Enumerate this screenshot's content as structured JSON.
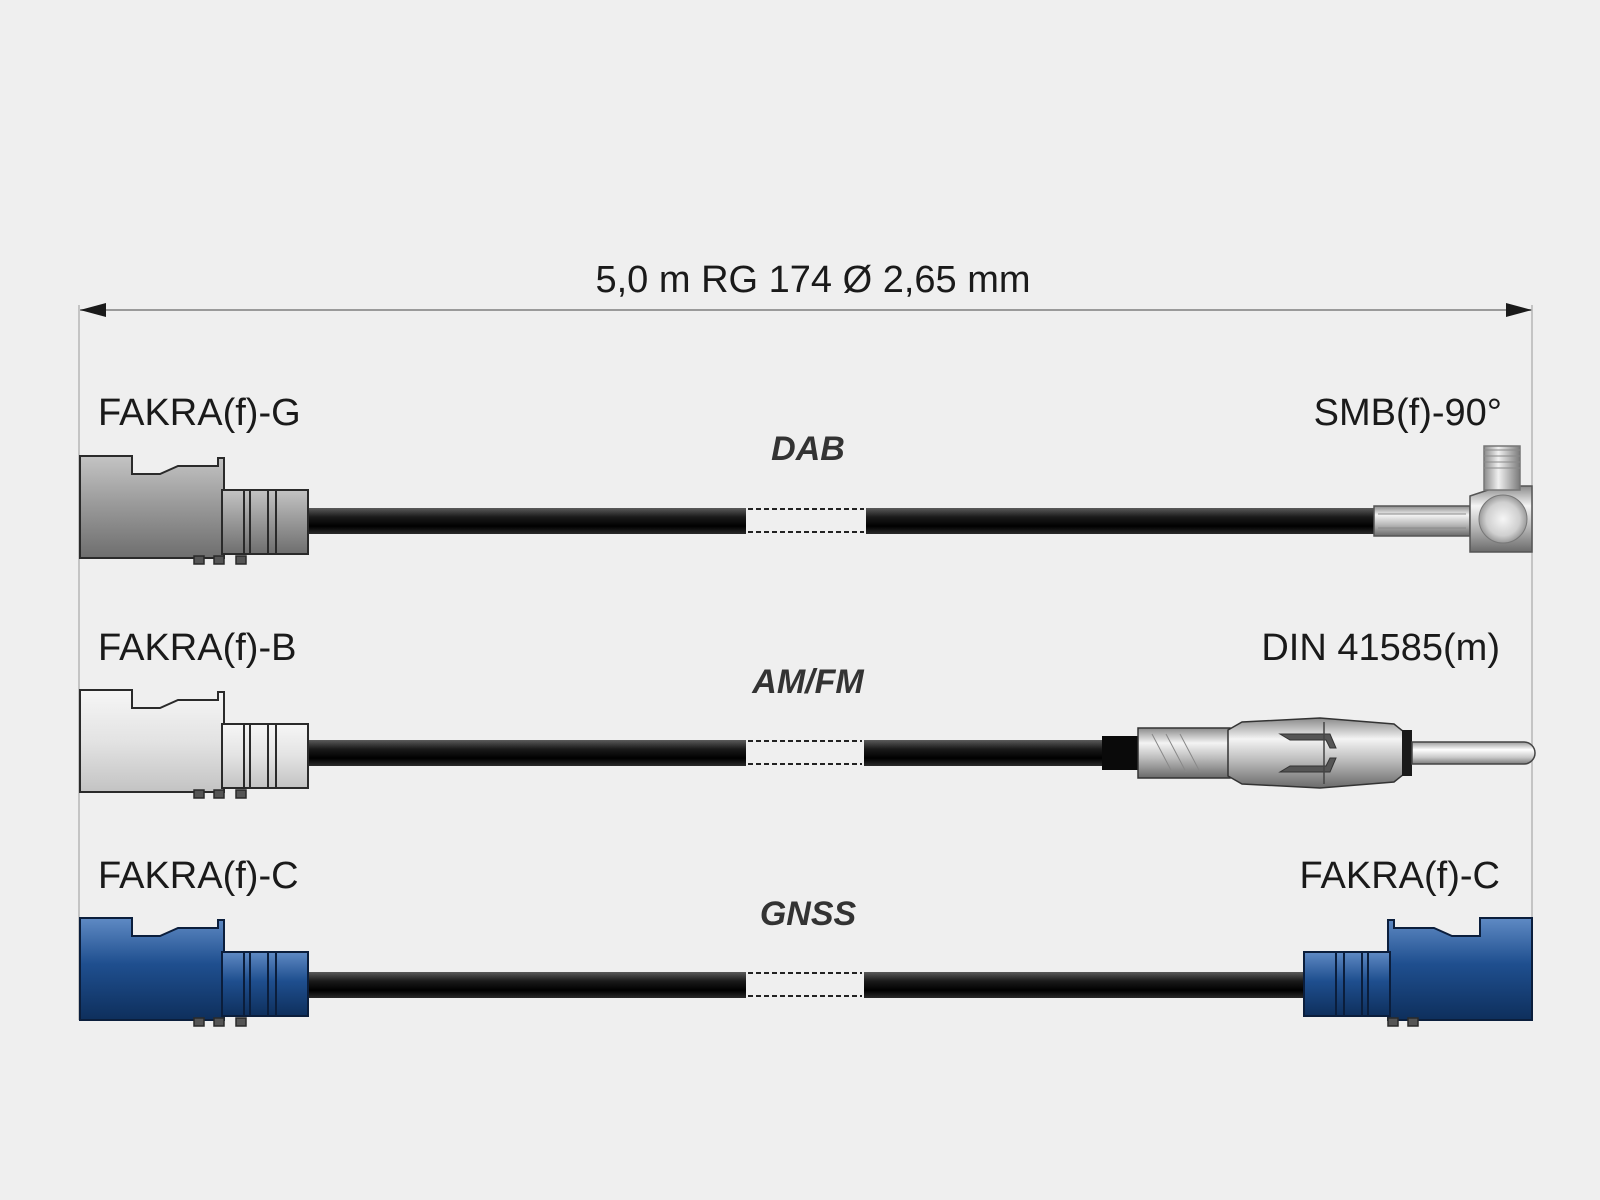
{
  "dimension": {
    "label": "5,0 m RG 174 Ø 2,65 mm"
  },
  "cables": [
    {
      "band": "DAB",
      "left_label": "FAKRA(f)-G",
      "right_label": "SMB(f)-90°",
      "left_color": "#9c9c9c",
      "right_type": "smb-90"
    },
    {
      "band": "AM/FM",
      "left_label": "FAKRA(f)-B",
      "right_label": "DIN 41585(m)",
      "left_color": "#e0e0e0",
      "right_type": "din"
    },
    {
      "band": "GNSS",
      "left_label": "FAKRA(f)-C",
      "right_label": "FAKRA(f)-C",
      "left_color": "#1f4f8f",
      "right_type": "fakra",
      "right_color": "#1f4f8f"
    }
  ],
  "colors": {
    "background": "#efefef",
    "cable": "#111111",
    "text": "#1a1a1a",
    "band_text": "#333333"
  }
}
